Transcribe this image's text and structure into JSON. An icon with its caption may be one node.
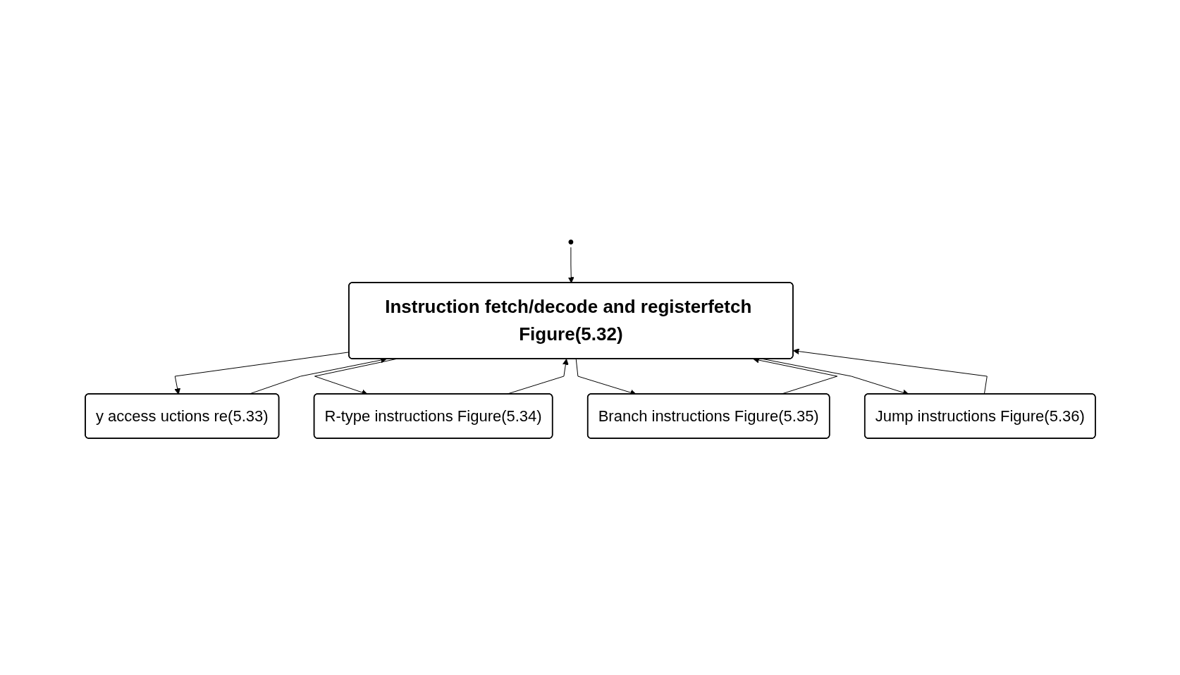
{
  "diagram": {
    "nodes": [
      {
        "text": [
          "Instruction fetch/decode and registerfetch Figure(5.32)"
        ]
      },
      {
        "text": [
          "y access uctions re(5.33)"
        ]
      },
      {
        "text": [
          "R-type instructions Figure(5.34)"
        ]
      },
      {
        "text": [
          "Branch instructions Figure(5.35)"
        ]
      },
      {
        "text": [
          "Jump instructions Figure(5.36)"
        ]
      }
    ],
    "edges": [
      {
        "from": null,
        "to": 0,
        "arrow": "to"
      },
      {
        "from": 0,
        "to": 1,
        "arrow": "to"
      },
      {
        "from": 0,
        "to": 2,
        "arrow": "to"
      },
      {
        "from": 0,
        "to": 3,
        "arrow": "to"
      },
      {
        "from": 0,
        "to": 4,
        "arrow": "to"
      },
      {
        "from": 1,
        "to": 0,
        "arrow": "to"
      },
      {
        "from": 2,
        "to": 0,
        "arrow": "to"
      },
      {
        "from": 3,
        "to": 0,
        "arrow": "to"
      },
      {
        "from": 4,
        "to": 0,
        "arrow": "to"
      }
    ]
  }
}
